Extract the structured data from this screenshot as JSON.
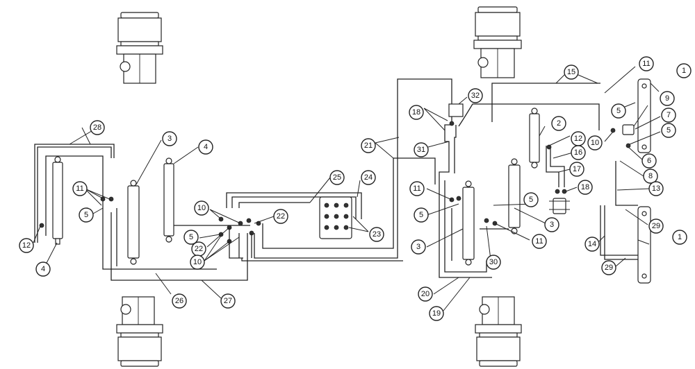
{
  "callouts": {
    "c1a": "1",
    "c1b": "1",
    "c2": "2",
    "c3a": "3",
    "c3b": "3",
    "c3c": "3",
    "c4a": "4",
    "c4b": "4",
    "c5a": "5",
    "c5b": "5",
    "c5c": "5",
    "c5d": "5",
    "c5e": "5",
    "c5f": "5",
    "c6": "6",
    "c7": "7",
    "c8": "8",
    "c9": "9",
    "c10a": "10",
    "c10b": "10",
    "c10c": "10",
    "c11a": "11",
    "c11b": "11",
    "c11c": "11",
    "c11d": "11",
    "c12a": "12",
    "c12b": "12",
    "c13": "13",
    "c14": "14",
    "c15": "15",
    "c16": "16",
    "c17": "17",
    "c18a": "18",
    "c18b": "18",
    "c19": "19",
    "c20": "20",
    "c21": "21",
    "c22a": "22",
    "c22b": "22",
    "c23": "23",
    "c24": "24",
    "c25": "25",
    "c26": "26",
    "c27": "27",
    "c28": "28",
    "c29a": "29",
    "c29b": "29",
    "c30": "30",
    "c31": "31",
    "c32": "32"
  }
}
